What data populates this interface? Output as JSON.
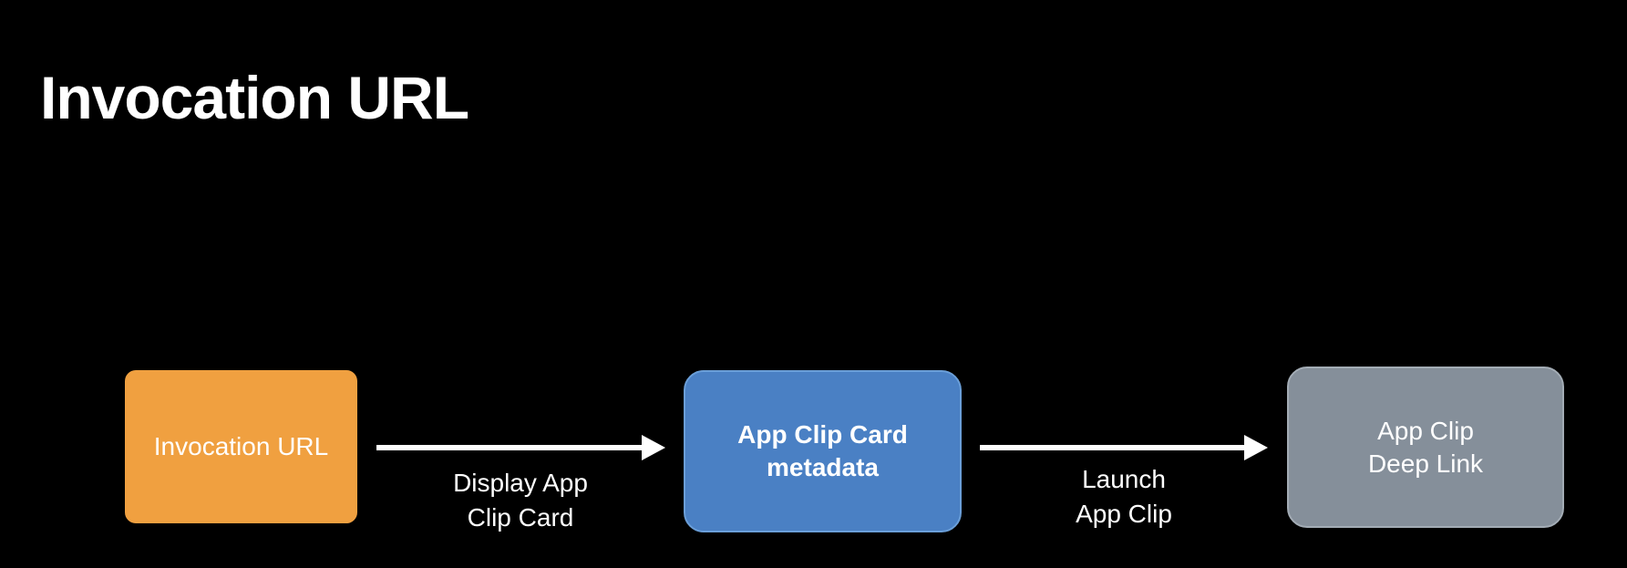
{
  "slide": {
    "title": "Invocation URL"
  },
  "diagram": {
    "nodes": [
      {
        "id": "invocation-url",
        "lines": [
          "Invocation URL"
        ],
        "color": "#F0A040"
      },
      {
        "id": "app-clip-card-metadata",
        "lines": [
          "App Clip Card",
          "metadata"
        ],
        "color": "#4A80C4"
      },
      {
        "id": "app-clip-deep-link",
        "lines": [
          "App Clip",
          "Deep Link"
        ],
        "color": "#858F9A"
      }
    ],
    "edges": [
      {
        "from": "invocation-url",
        "to": "app-clip-card-metadata",
        "lines": [
          "Display App",
          "Clip Card"
        ]
      },
      {
        "from": "app-clip-card-metadata",
        "to": "app-clip-deep-link",
        "lines": [
          "Launch",
          "App Clip"
        ]
      }
    ]
  },
  "colors": {
    "background": "#000000",
    "text": "#FFFFFF",
    "arrow": "#FFFFFF"
  }
}
